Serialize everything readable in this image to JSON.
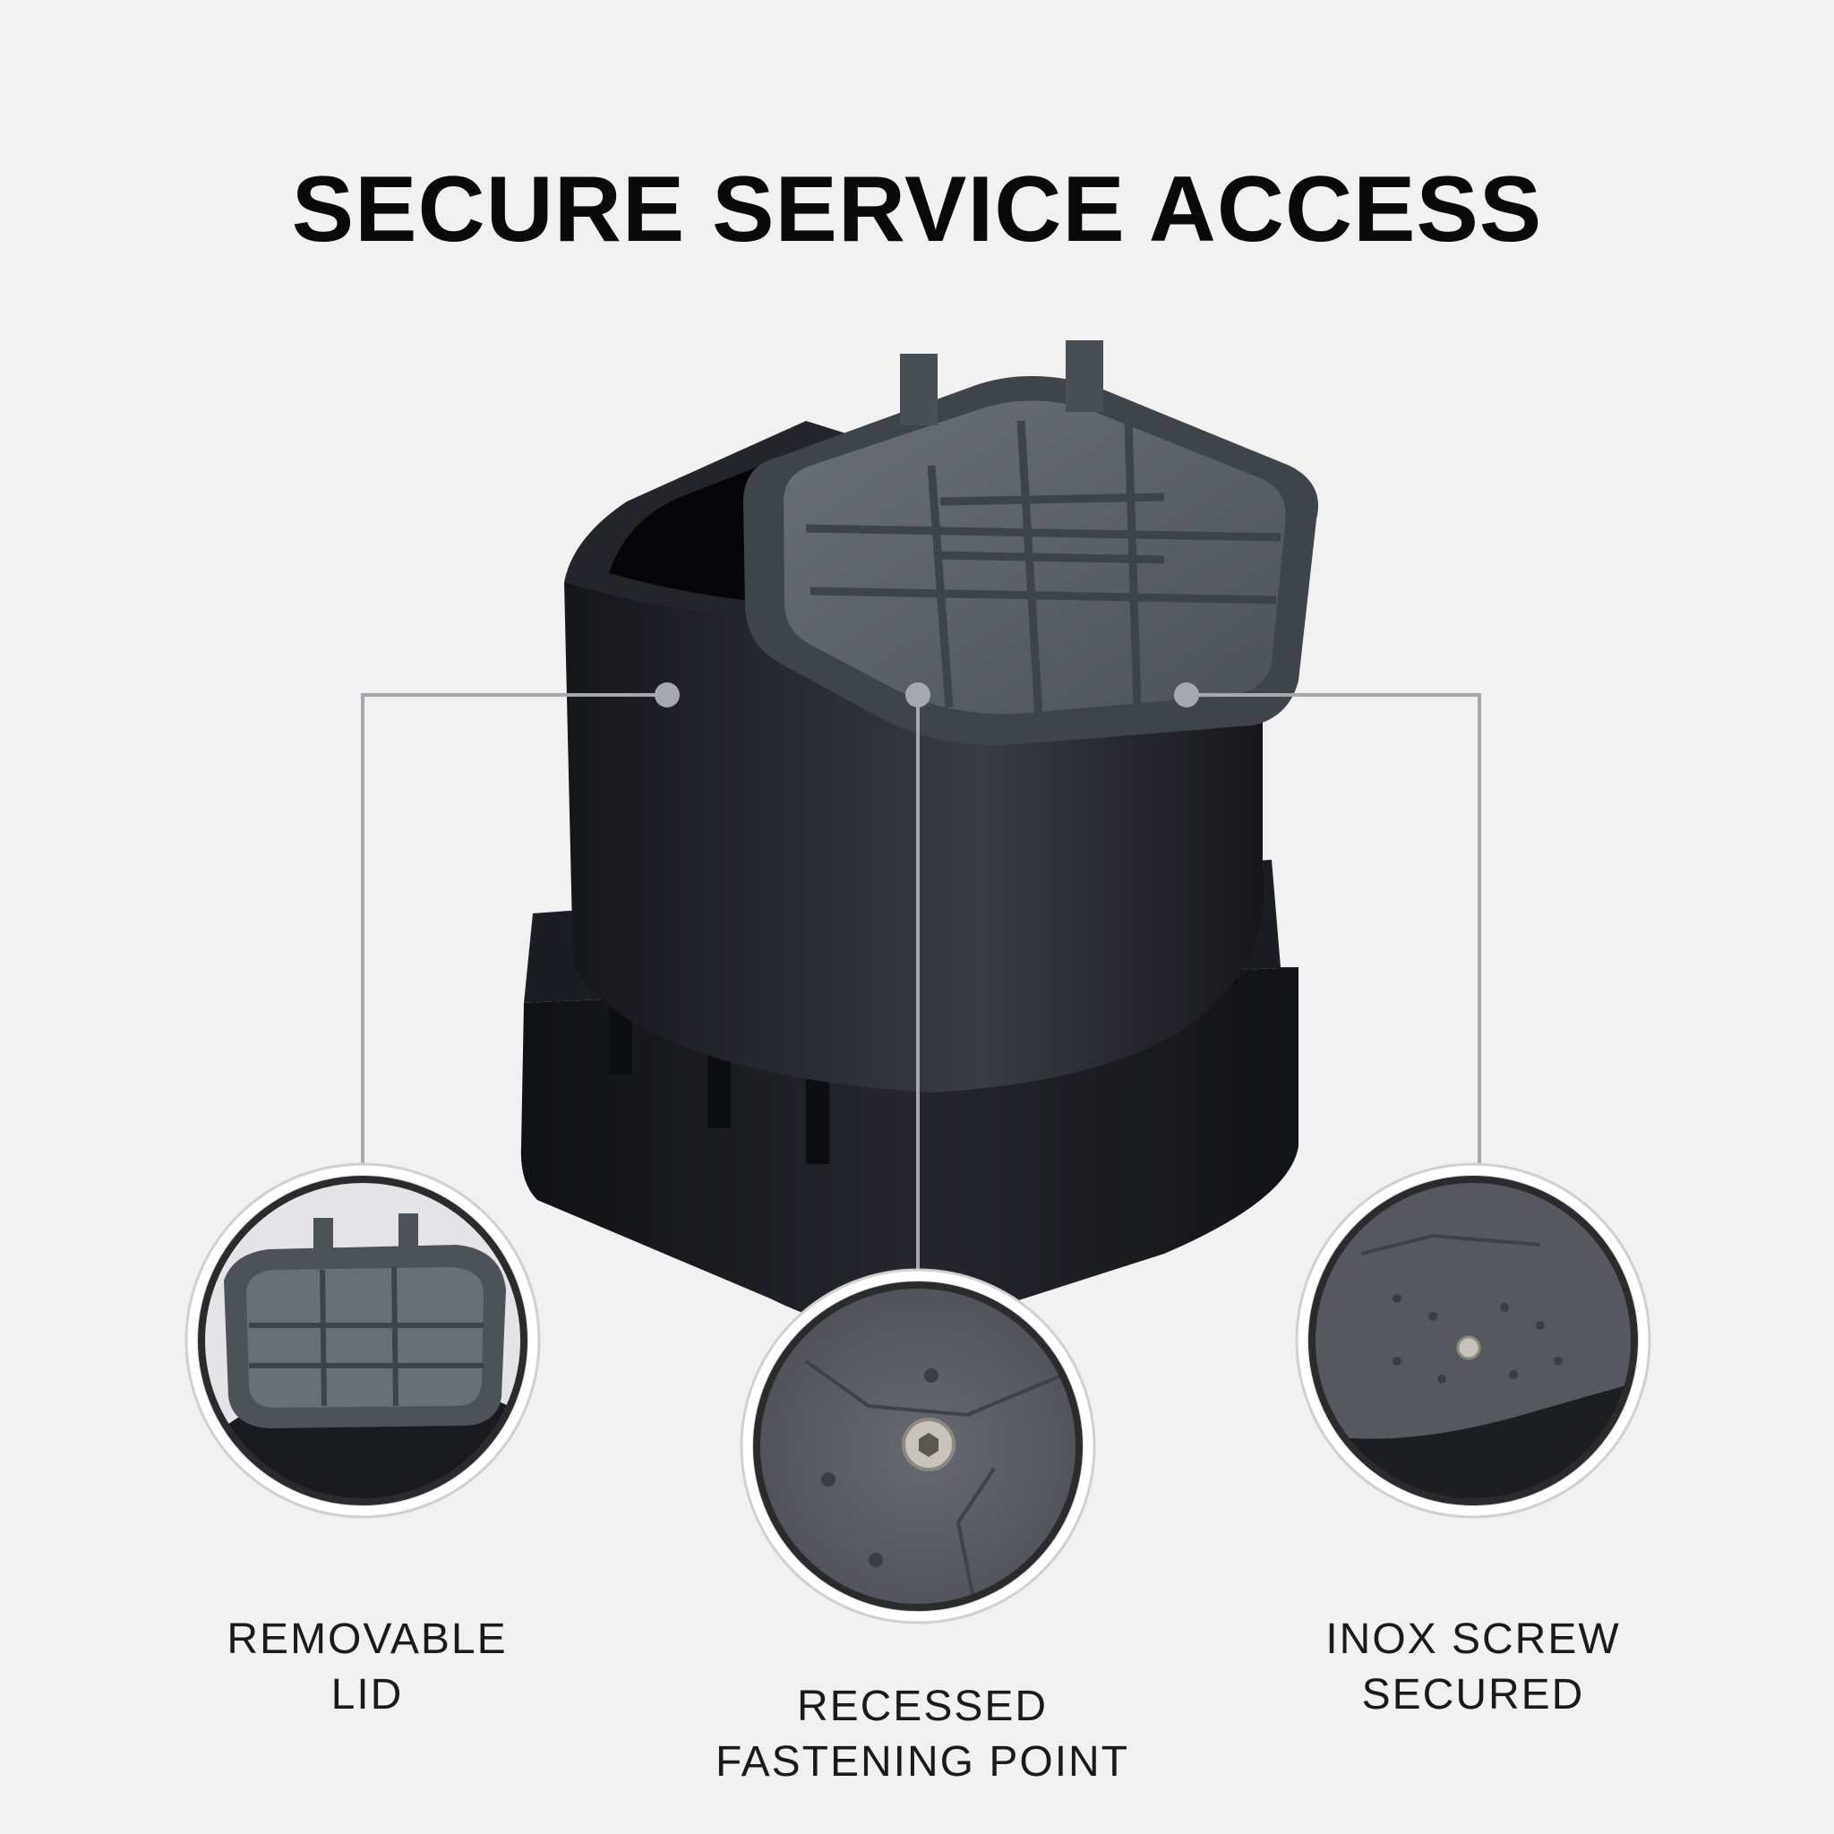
{
  "title": "SECURE SERVICE ACCESS",
  "features": [
    {
      "line1": "REMOVABLE",
      "line2": "LID"
    },
    {
      "line1": "RECESSED",
      "line2": "FASTENING POINT"
    },
    {
      "line1": "INOX SCREW",
      "line2": "SECURED"
    }
  ],
  "colors": {
    "background": "#f1f1f1",
    "body": "#1f2026",
    "lid": "#5b5f66",
    "callout_line": "#a6a8ad",
    "title": "#0a0a0a"
  }
}
